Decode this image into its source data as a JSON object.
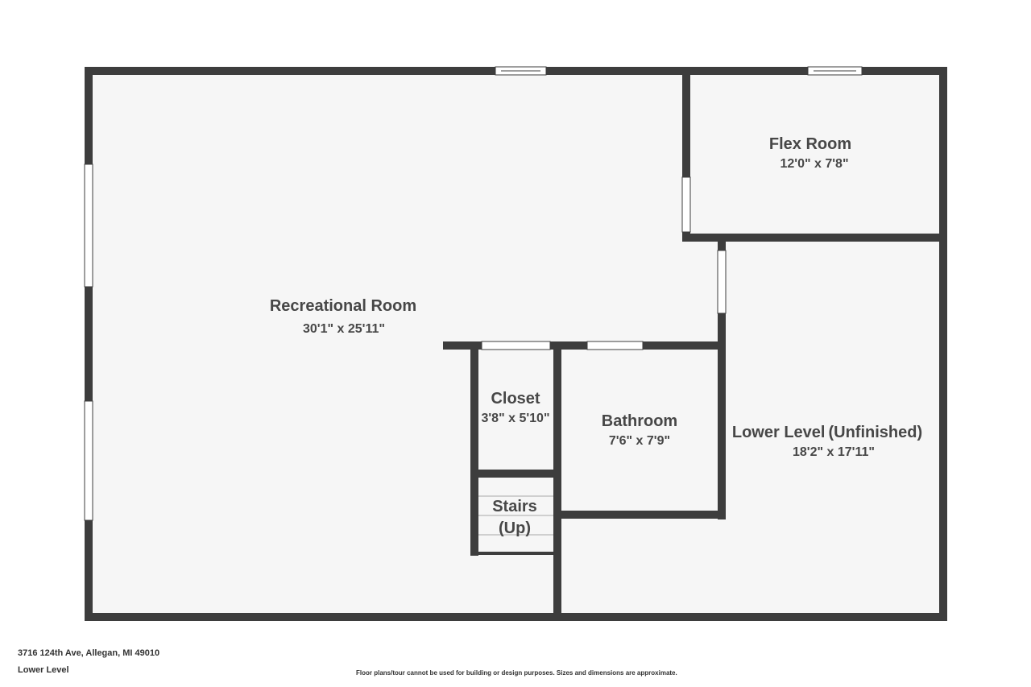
{
  "colors": {
    "wall": "#3d3d3d",
    "floor": "#f6f6f6",
    "text": "#474747",
    "window": "#ffffff"
  },
  "rooms": {
    "recreational": {
      "name": "Recreational Room",
      "dims": "30'1\" x 25'11\""
    },
    "flex": {
      "name": "Flex Room",
      "dims": "12'0\" x 7'8\""
    },
    "closet": {
      "name": "Closet",
      "dims": "3'8\" x 5'10\""
    },
    "bathroom": {
      "name": "Bathroom",
      "dims": "7'6\" x 7'9\""
    },
    "lower_level": {
      "name": "Lower Level",
      "name_suffix": "(Unfinished)",
      "dims": "18'2\" x 17'11\""
    },
    "stairs": {
      "name_line1": "Stairs",
      "name_line2": "(Up)"
    }
  },
  "footer": {
    "address": "3716 124th Ave, Allegan, MI 49010",
    "level": "Lower Level",
    "disclaimer": "Floor plans/tour cannot be used for building or design purposes. Sizes and dimensions are approximate."
  }
}
